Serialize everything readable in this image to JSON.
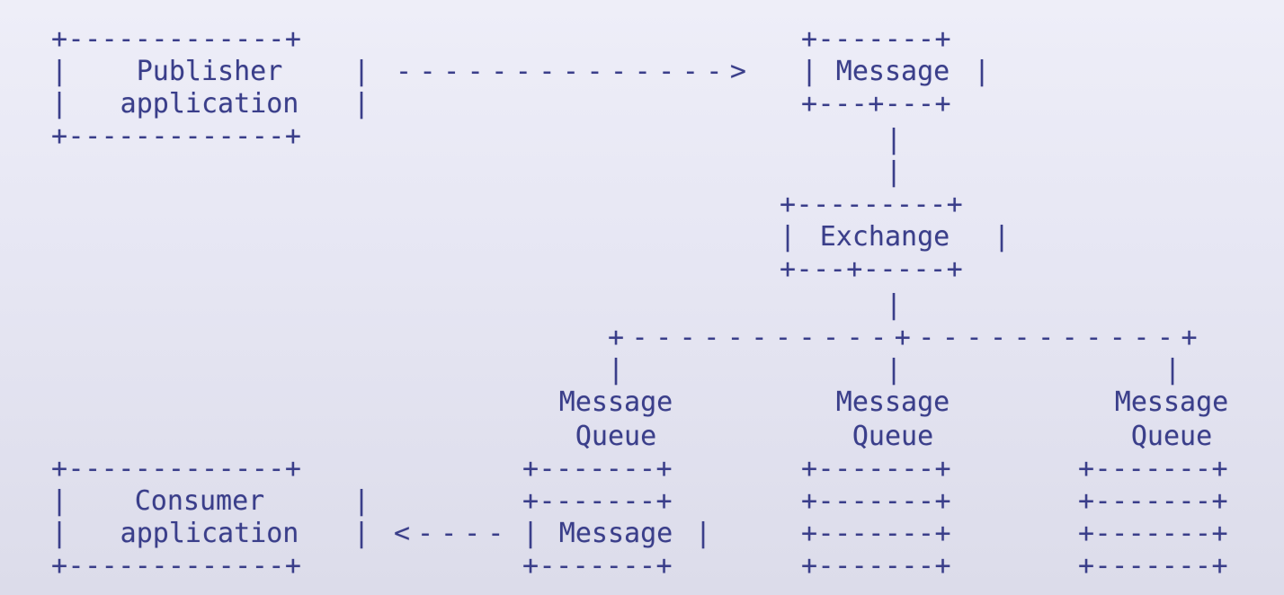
{
  "diagram": {
    "lines": [
      "+-------------+                  +-------+",
      "|  Publisher  |  --------------> |Message|",
      "| application |                  +---+---+",
      "+-------------+                      |",
      "                                     |",
      "                                +---------+",
      "                                |Exchange |",
      "                                +---+-----+",
      "                                    |",
      "                         +----------+---------+",
      "                         |          |            |"
    ],
    "queue_labels": [
      {
        "line1": "Message",
        "line2": "Queue"
      },
      {
        "line1": "Message",
        "line2": "Queue"
      },
      {
        "line1": "Message",
        "line2": "Queue"
      }
    ],
    "bottom_lines": [
      "+-------------+        +-------+    +-------+    +-------+",
      "|  Consumer   |        +-------+    +-------+    +-------+",
      "| application | <----  |Message|    +-------+    +-------+",
      "+-------------+        +-------+    +-------+    +-------+"
    ],
    "nodes": {
      "publisher": [
        "Publisher",
        "application"
      ],
      "message_top": "Message",
      "exchange": "Exchange",
      "consumer": [
        "Consumer",
        "application"
      ],
      "message_bottom": "Message"
    },
    "arrows": {
      "publish": "-------------->",
      "consume": "<----"
    }
  }
}
